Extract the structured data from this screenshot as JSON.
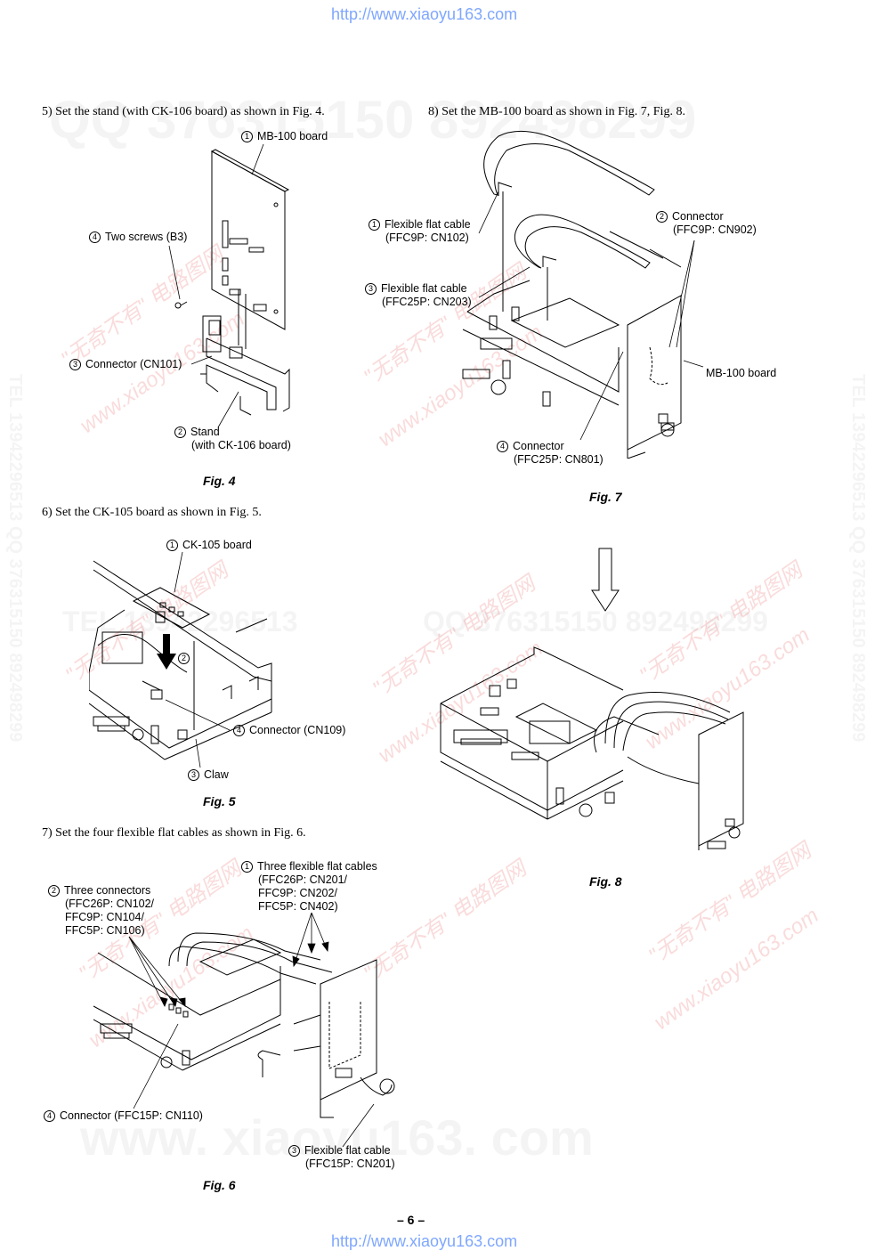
{
  "header": {
    "url": "http://www.xiaoyu163.com"
  },
  "footer": {
    "url": "http://www.xiaoyu163.com",
    "page": "– 6 –"
  },
  "watermarks": {
    "qq_top": "QQ 376315150  892498299",
    "qq_mid": "QQ 376315150  892498299",
    "tel_mid": "TEL 13942296513",
    "side_left": "TEL 13942296513  QQ 376315150  892498299",
    "side_right": "TEL 13942296513  QQ 376315150  892498299",
    "bottom": "www. xiaoyu163. com",
    "red_a": "\"无奇不有\" 电路图网",
    "red_b": "www.xiaoyu163.com"
  },
  "steps": {
    "s5": "5)   Set the stand (with CK-106 board) as shown in Fig. 4.",
    "s6": "6)   Set the CK-105 board as shown in Fig. 5.",
    "s7": "7)   Set the four flexible flat cables as shown in Fig. 6.",
    "s8": "8)   Set the MB-100 board as shown in Fig. 7, Fig. 8."
  },
  "fig4": {
    "caption": "Fig. 4",
    "l1": {
      "n": "1",
      "t": "MB-100 board"
    },
    "l2": {
      "n": "2",
      "t": "Stand",
      "t2": "(with CK-106 board)"
    },
    "l3": {
      "n": "3",
      "t": "Connector (CN101)"
    },
    "l4": {
      "n": "4",
      "t": "Two screws (B3)"
    }
  },
  "fig5": {
    "caption": "Fig. 5",
    "l1": {
      "n": "1",
      "t": "CK-105 board"
    },
    "l2": {
      "n": "2"
    },
    "l3": {
      "n": "3",
      "t": "Claw"
    },
    "l4": {
      "n": "4",
      "t": "Connector (CN109)"
    }
  },
  "fig6": {
    "caption": "Fig. 6",
    "l1": {
      "n": "1",
      "t": "Three flexible flat cables",
      "t2": "(FFC26P: CN201/",
      "t3": "FFC9P: CN202/",
      "t4": "FFC5P: CN402)"
    },
    "l2": {
      "n": "2",
      "t": "Three connectors",
      "t2": "(FFC26P: CN102/",
      "t3": "FFC9P: CN104/",
      "t4": "FFC5P: CN106)"
    },
    "l3": {
      "n": "3",
      "t": "Flexible flat cable",
      "t2": "(FFC15P: CN201)"
    },
    "l4": {
      "n": "4",
      "t": "Connector (FFC15P: CN110)"
    }
  },
  "fig7": {
    "caption": "Fig. 7",
    "l1": {
      "n": "1",
      "t": "Flexible flat cable",
      "t2": "(FFC9P: CN102)"
    },
    "l2": {
      "n": "2",
      "t": "Connector",
      "t2": "(FFC9P: CN902)"
    },
    "l3": {
      "n": "3",
      "t": "Flexible flat cable",
      "t2": "(FFC25P: CN203)"
    },
    "l4": {
      "n": "4",
      "t": "Connector",
      "t2": "(FFC25P: CN801)"
    },
    "l5": {
      "t": "MB-100 board"
    }
  },
  "fig8": {
    "caption": "Fig. 8"
  }
}
